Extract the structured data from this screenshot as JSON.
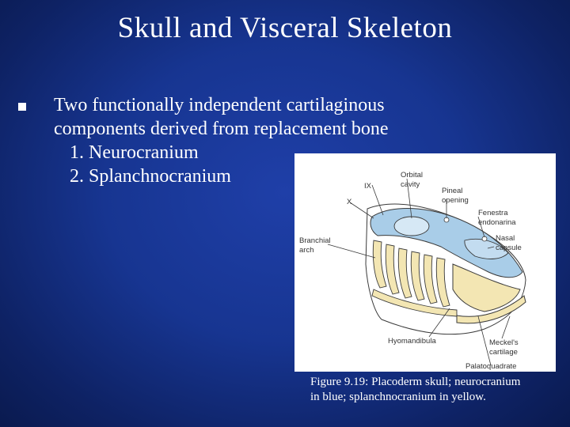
{
  "slide": {
    "title": "Skull and Visceral Skeleton",
    "bullet_lines": [
      "Two functionally independent cartilaginous",
      "components derived from replacement bone",
      "1. Neurocranium",
      "2. Splanchnocranium"
    ],
    "caption_lines": [
      "Figure 9.19: Placoderm skull; neurocranium",
      "in blue; splanchnocranium in yellow."
    ]
  },
  "figure": {
    "labels": {
      "ix": "IX",
      "x": "X",
      "orbital_cavity_1": "Orbital",
      "orbital_cavity_2": "cavity",
      "pineal_opening_1": "Pineal",
      "pineal_opening_2": "opening",
      "fenestra_1": "Fenestra",
      "fenestra_2": "endonarina",
      "nasal_capsule_1": "Nasal",
      "nasal_capsule_2": "capsule",
      "branchial_arch_1": "Branchial",
      "branchial_arch_2": "arch",
      "hyomandibula": "Hyomandibula",
      "meckels_cartilage_1": "Meckel's",
      "meckels_cartilage_2": "cartilage",
      "palatoquadrate": "Palatoquadrate"
    },
    "colors": {
      "neurocranium": "#a9cde8",
      "splanchnocranium": "#f3e6b3",
      "outline": "#3a3a3a"
    }
  }
}
